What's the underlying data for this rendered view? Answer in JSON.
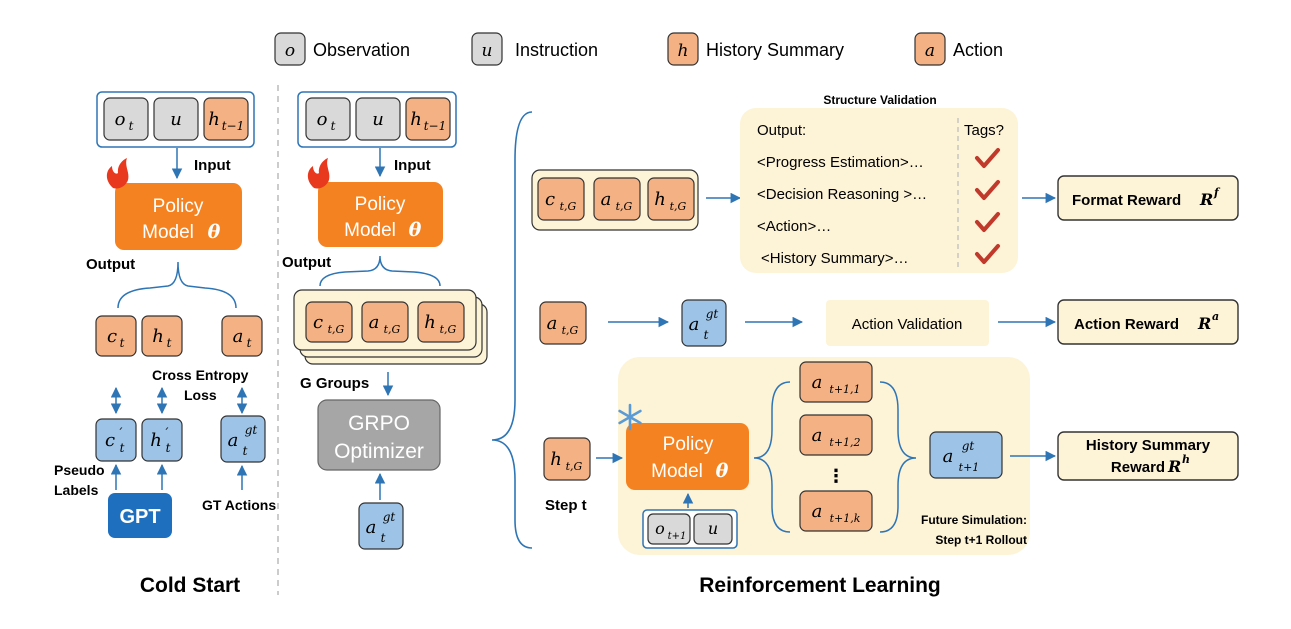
{
  "legend": {
    "observation_symbol": "o",
    "observation_label": "Observation",
    "instruction_symbol": "u",
    "instruction_label": "Instruction",
    "history_symbol": "h",
    "history_label": "History Summary",
    "action_symbol": "a",
    "action_label": "Action"
  },
  "symbols": {
    "o": "o",
    "u": "u",
    "h": "h",
    "a": "a",
    "c": "c",
    "sub_t": "t",
    "sub_tm1": "t−1",
    "sub_tp1": "t+1",
    "sub_tG": "t,G",
    "sub_tp1_1": "t+1,1",
    "sub_tp1_2": "t+1,2",
    "sub_tp1_k": "t+1,k",
    "sup_gt": "gt",
    "sup_prime": "′",
    "vdots": "⋮"
  },
  "cold_start": {
    "section_title": "Cold Start",
    "input_label": "Input",
    "output_label": "Output",
    "policy_line1": "Policy",
    "policy_line2": "Model",
    "policy_theta": "θ",
    "loss_line1": "Cross Entropy",
    "loss_line2": "Loss",
    "pseudo_line1": "Pseudo",
    "pseudo_line2": "Labels",
    "gpt_label": "GPT",
    "gt_actions_label": "GT Actions"
  },
  "rl": {
    "section_title": "Reinforcement Learning",
    "input_label": "Input",
    "output_label": "Output",
    "policy_line1": "Policy",
    "policy_line2": "Model",
    "policy_theta": "θ",
    "g_groups_label": "G Groups",
    "grpo_line1": "GRPO",
    "grpo_line2": "Optimizer",
    "structure_title": "Structure Validation",
    "output_header": "Output:",
    "tags_header": "Tags?",
    "tag_items": [
      "<Progress Estimation>…",
      "<Decision Reasoning >…",
      "<Action>…",
      "<History Summary>…"
    ],
    "format_reward": "Format Reward",
    "format_reward_symbol": "R",
    "format_reward_sup": "f",
    "action_validation": "Action Validation",
    "action_reward": "Action Reward",
    "action_reward_symbol": "R",
    "action_reward_sup": "a",
    "history_reward_line1": "History Summary",
    "history_reward_line2": "Reward",
    "history_reward_symbol": "R",
    "history_reward_sup": "h",
    "step_label": "Step t",
    "future_line1": "Future Simulation:",
    "future_line2": "Step t+1 Rollout",
    "policy_b_line1": "Policy",
    "policy_b_line2": "Model",
    "policy_b_theta": "θ"
  },
  "colors": {
    "observation_fill": "#d9d9d9",
    "history_action_fill": "#f4b183",
    "label_fill": "#9dc3e6",
    "policy_fill": "#f58220",
    "gpt_fill": "#1f6fbf",
    "grpo_fill": "#a6a6a6",
    "panel_fill": "#fdf3d7",
    "arrow": "#2e75b6",
    "check": "#c0392b",
    "flame": "#e8381e",
    "snow": "#5b9bd5"
  }
}
